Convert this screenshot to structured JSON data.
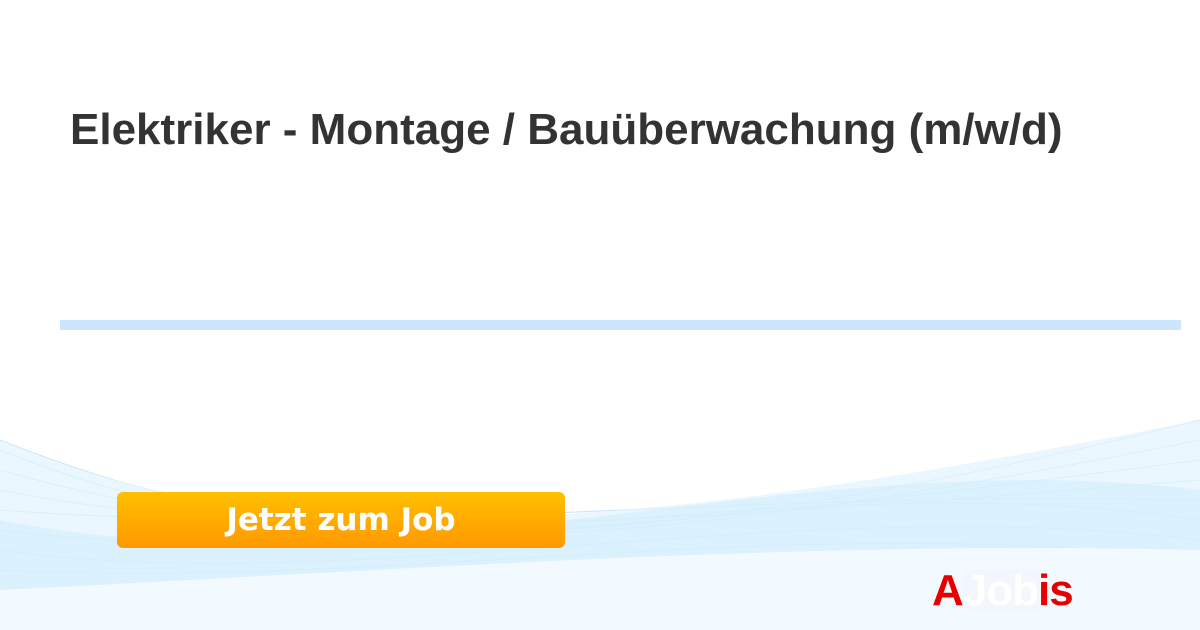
{
  "job": {
    "title": "Elektriker - Montage / Bauüberwachung (m/w/d)"
  },
  "cta": {
    "label": "Jetzt zum Job"
  },
  "logo": {
    "part_a": "A",
    "part_box": "Job",
    "part_end": "is"
  },
  "colors": {
    "title": "#333333",
    "divider": "#cce6ff",
    "cta_top": "#ffc000",
    "cta_bottom": "#ff9800",
    "logo": "#e60000"
  }
}
